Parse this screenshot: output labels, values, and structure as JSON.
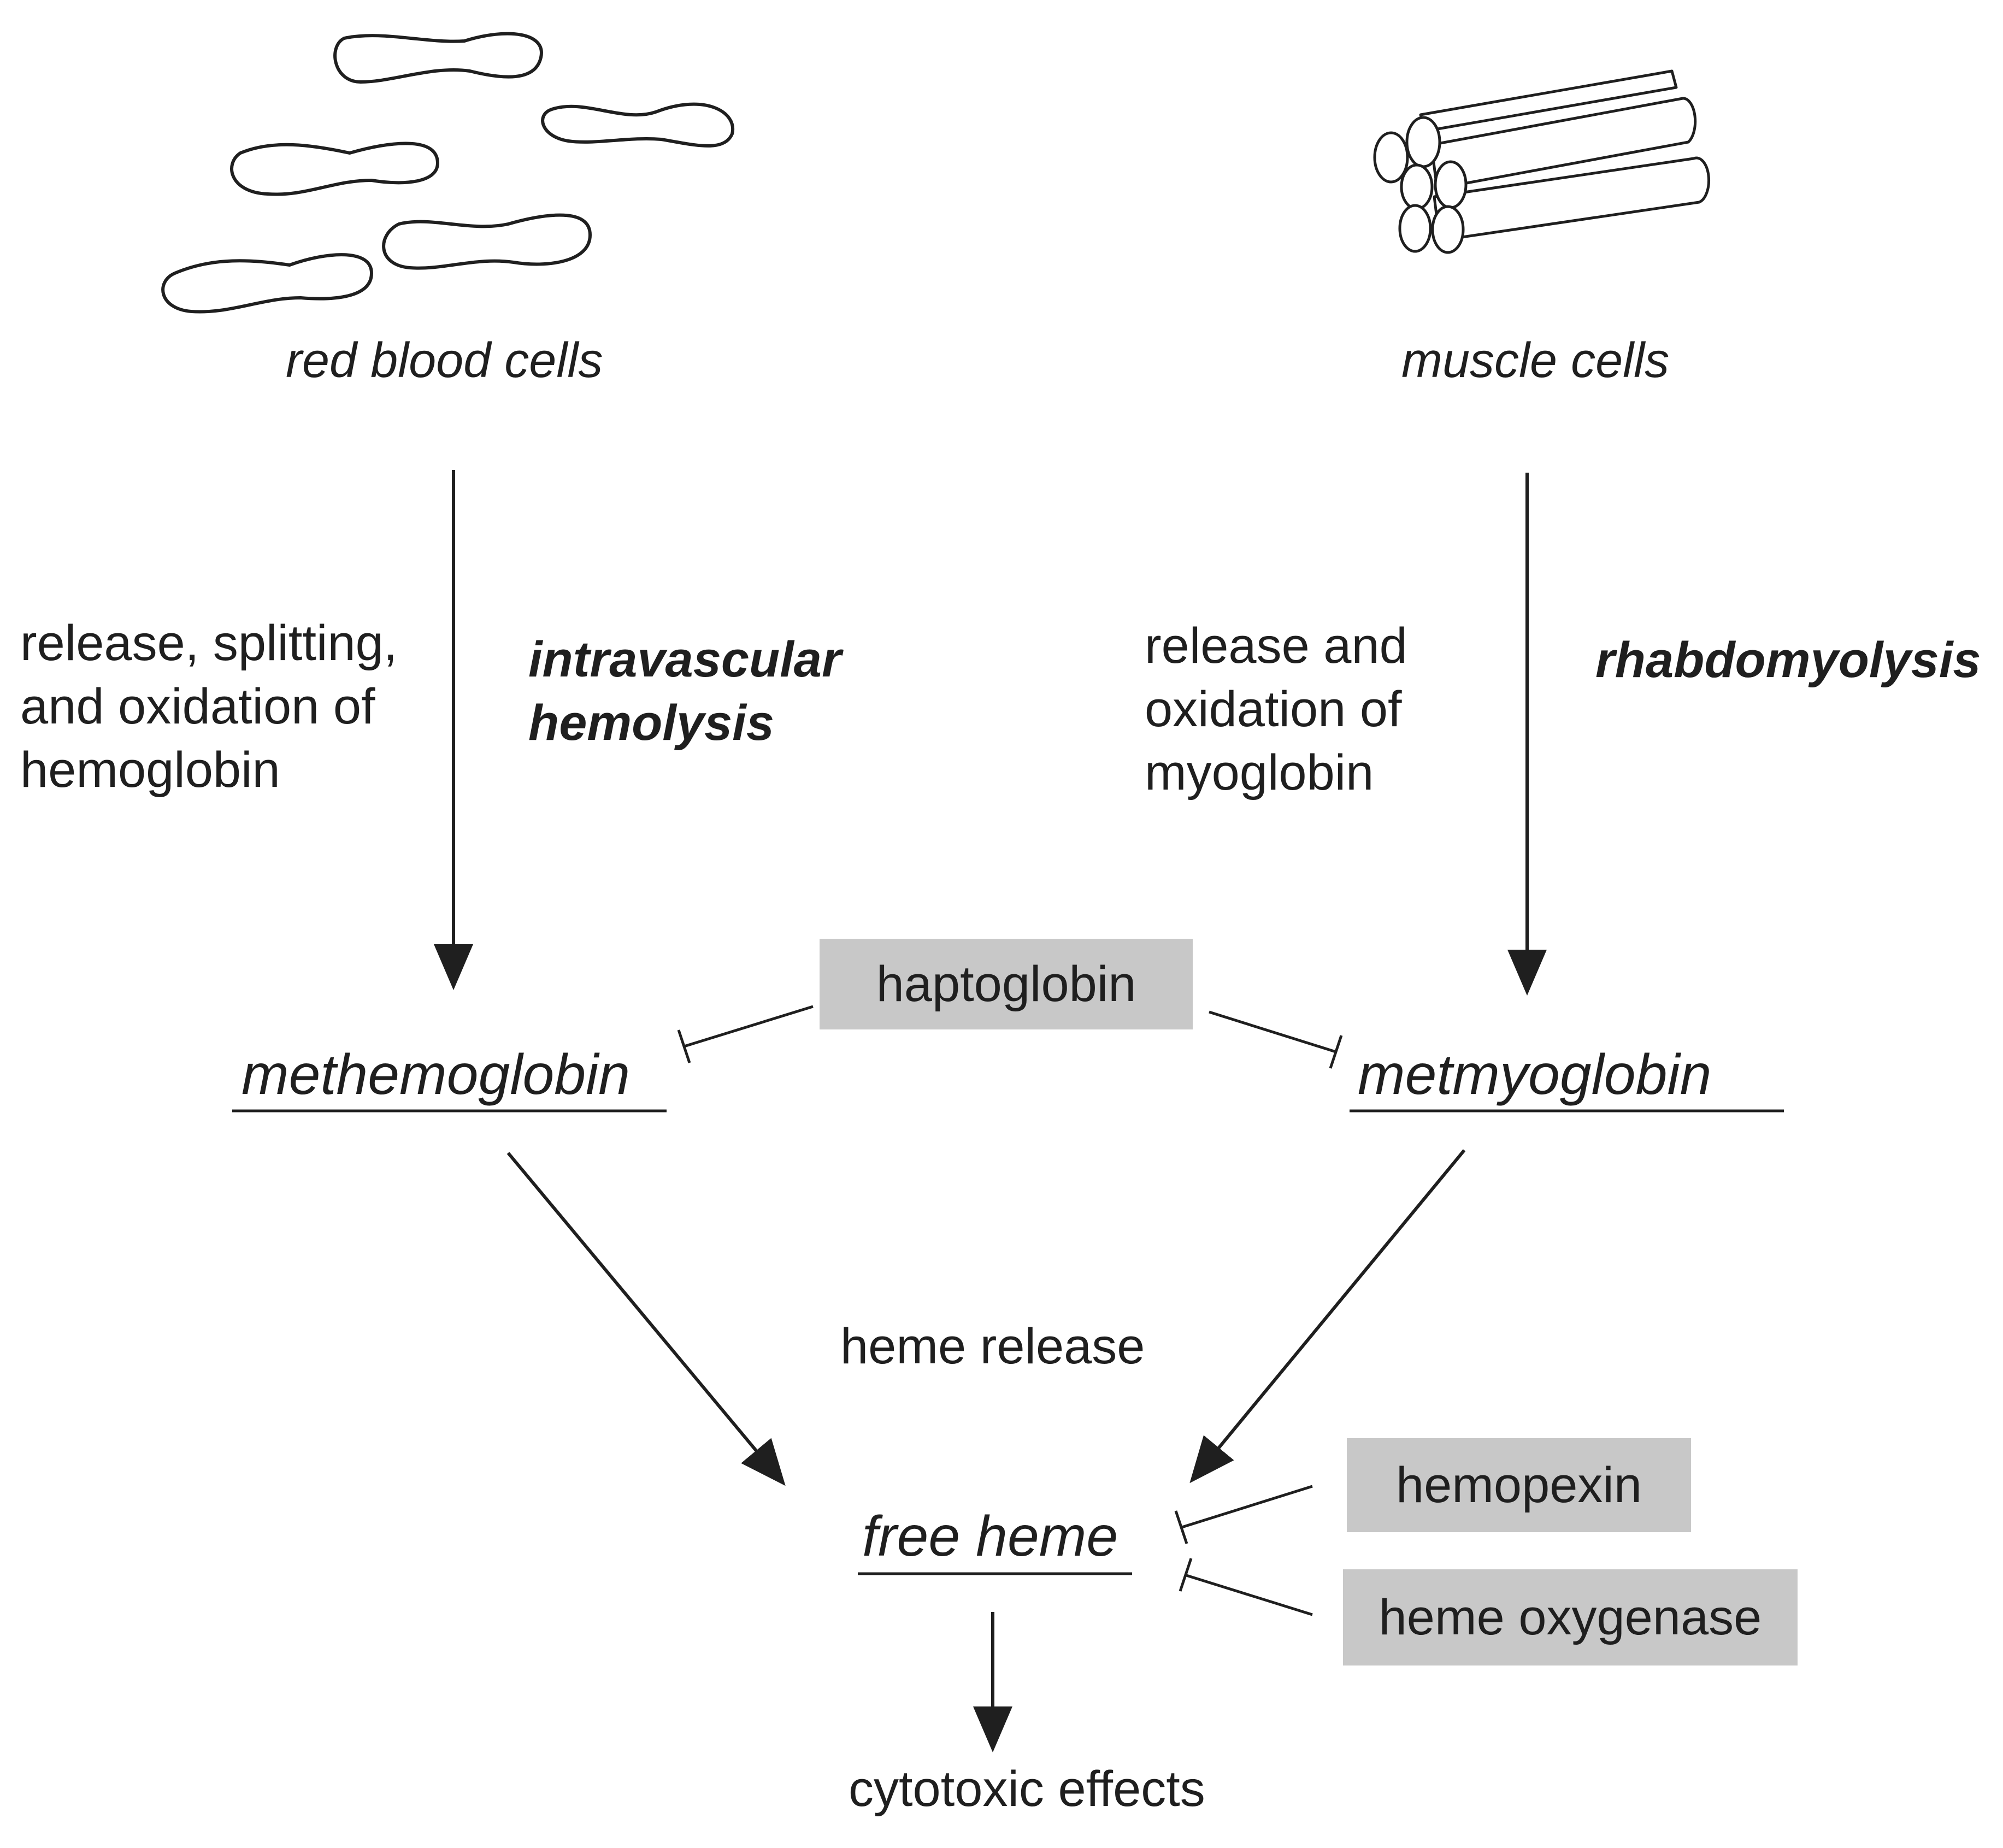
{
  "sources": {
    "left": {
      "label": "red blood cells",
      "icon": "red-blood-cells-icon"
    },
    "right": {
      "label": "muscle cells",
      "icon": "muscle-fibers-icon"
    }
  },
  "processes": {
    "left": {
      "description": "release, splitting,\nand oxidation of\nhemoglobin",
      "condition": "intravascular\nhemolysis"
    },
    "right": {
      "description": "release and\noxidation of\nmyoglobin",
      "condition": "rhabdomyolysis"
    }
  },
  "intermediates": {
    "left": "methemoglobin",
    "right": "metmyoglobin"
  },
  "inhibitors": {
    "haptoglobin": "haptoglobin",
    "hemopexin": "hemopexin",
    "heme_oxygenase": "heme oxygenase"
  },
  "step_label": "heme release",
  "product": "free heme",
  "outcome": "cytotoxic effects",
  "colors": {
    "ink": "#1f1f1f",
    "inhibitor_box": "#c8c8c8"
  }
}
